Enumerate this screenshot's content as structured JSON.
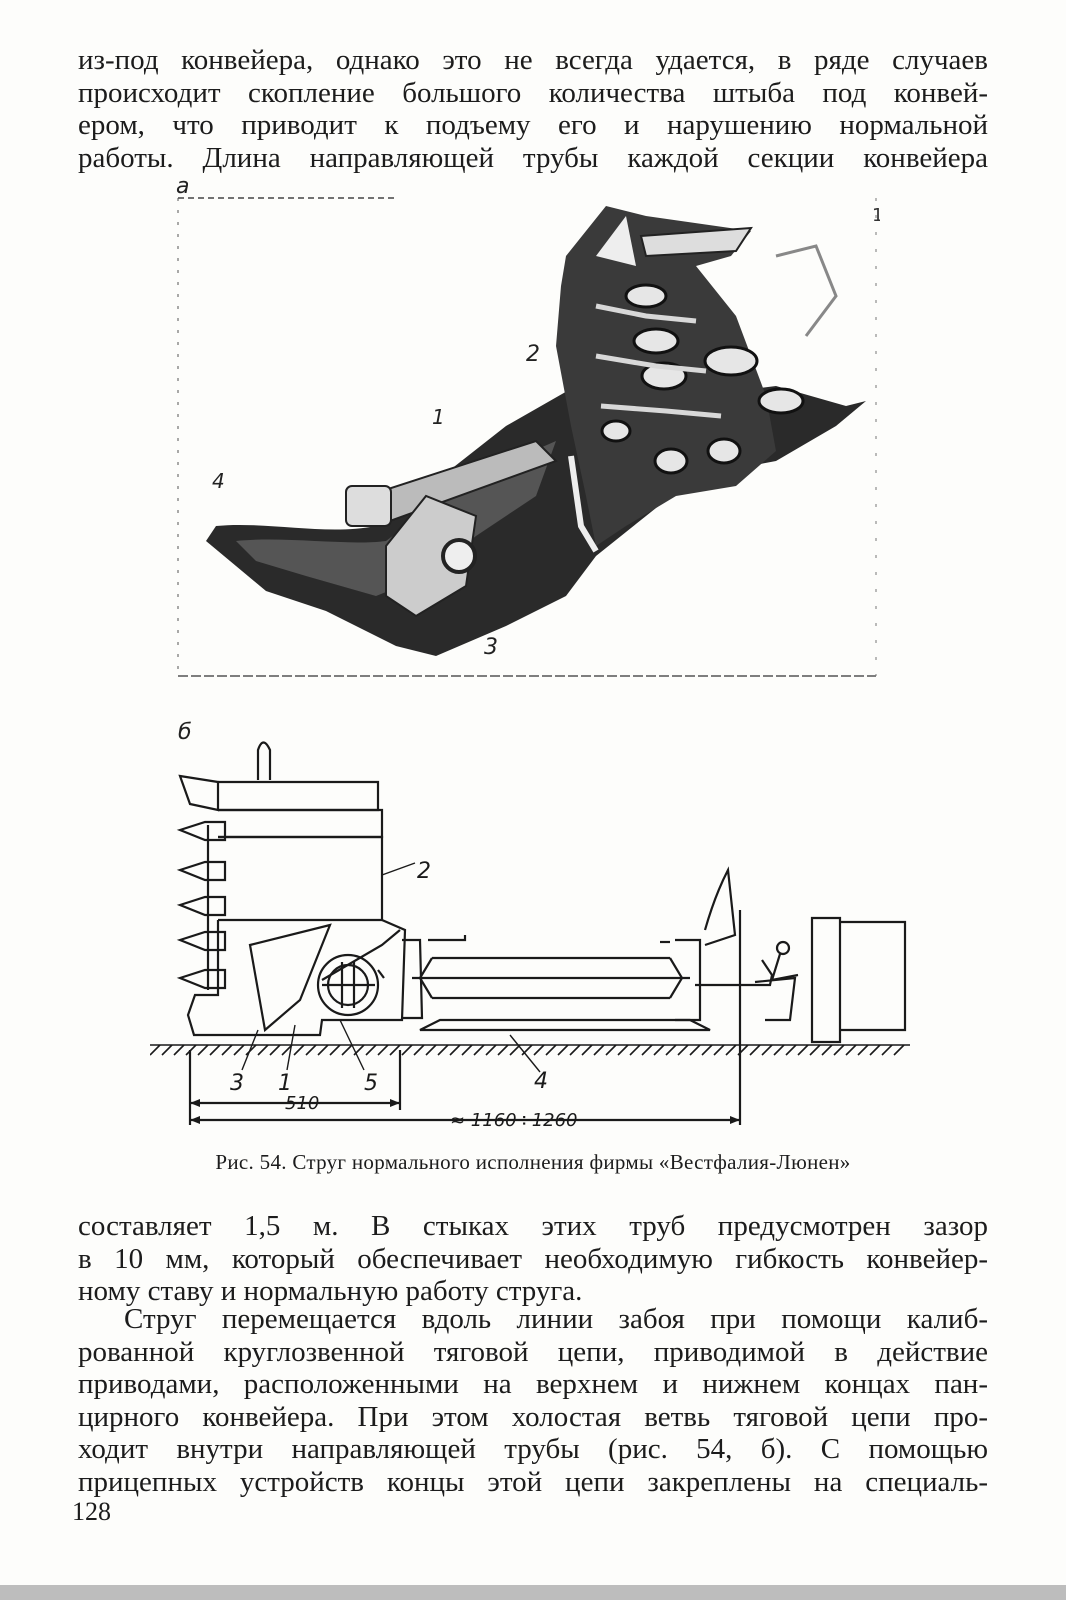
{
  "text": {
    "para1": [
      "из-под конвейера, однако это не всегда удается, в ряде случаев",
      "происходит скопление большого количества штыба под конвей-",
      "ером, что приводит к подъему его и нарушению нормальной",
      "работы. Длина направляющей трубы каждой секции конвейера"
    ],
    "para2": [
      "составляет 1,5 м. В стыках этих труб предусмотрен зазор",
      "в 10 мм, который обеспечивает необходимую гибкость конвейер-",
      "ному ставу и нормальную работу струга."
    ],
    "para3": [
      "Струг перемещается вдоль линии забоя при помощи калиб-",
      "рованной круглозвенной тяговой цепи, приводимой в действие",
      "приводами, расположенными на верхнем и нижнем концах пан-",
      "цирного конвейера. При этом холостая ветвь тяговой цепи про-",
      "ходит внутри направляющей трубы (рис. 54, б). С помощью",
      "прицепных устройств концы этой цепи закреплены на специаль-"
    ]
  },
  "figure": {
    "label_a": "а",
    "label_b": "б",
    "photo_callouts": {
      "c1": "1",
      "c2": "2",
      "c3": "3",
      "c4": "4",
      "edge": "1"
    },
    "drawing_callouts": {
      "c2": "2",
      "c3": "3",
      "c1": "1",
      "c5": "5",
      "c4": "4"
    },
    "dim_small": "510",
    "dim_large": "≈ 1160÷1260",
    "caption": "Рис. 54. Струг нормального исполнения фирмы «Вестфалия-Люнен»"
  },
  "page_number": "128"
}
